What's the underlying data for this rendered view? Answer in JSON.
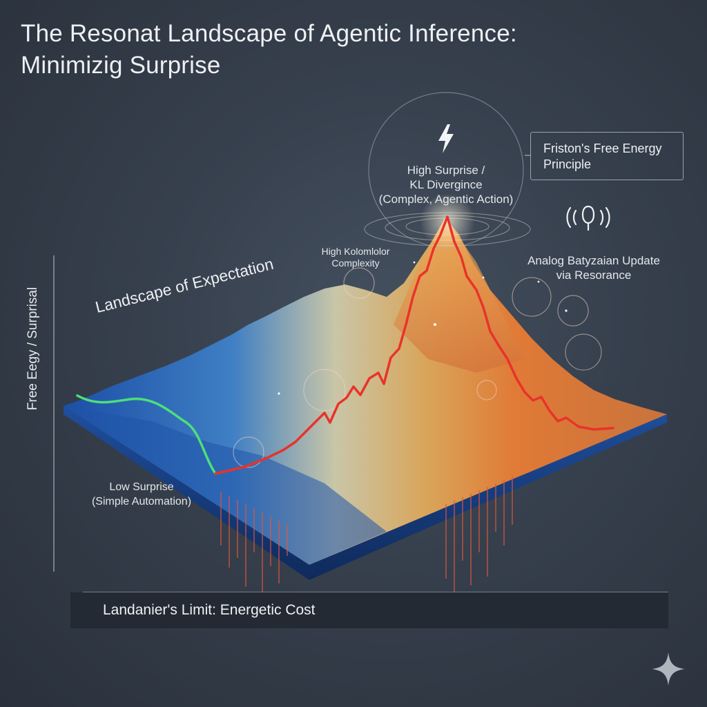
{
  "title": {
    "line1": "The Resonat Landscape of Agentic Inference:",
    "line2": "Minimizig Surprise"
  },
  "labels": {
    "high_surprise": [
      "High Surprise /",
      "KL Divergince",
      "(Complex, Agentic Action)"
    ],
    "friston": [
      "Friston's Free Energy",
      "Principle"
    ],
    "kolmogorov": [
      "High Kolomlolor",
      "Complexity"
    ],
    "bayesian": [
      "Analog Batyzaian Update",
      "via Resorance"
    ],
    "landscape": "Landscape of Expectation",
    "low_surprise": [
      "Low Surprise",
      "(Simple Automation)"
    ],
    "y_axis": "Free Eegy / Surprisal",
    "footer": "Landanier's Limit: Energetic Cost"
  },
  "icons": {
    "bolt": "lightning-bolt-icon",
    "sound": "resonance-sound-icon",
    "sparkle": "sparkle-icon"
  },
  "colors": {
    "low_path": "#4ddf7a",
    "high_path": "#e8332a",
    "valley": "#1e4fa0",
    "peak": "#e07a36",
    "energy_lines": "#e0563f"
  }
}
